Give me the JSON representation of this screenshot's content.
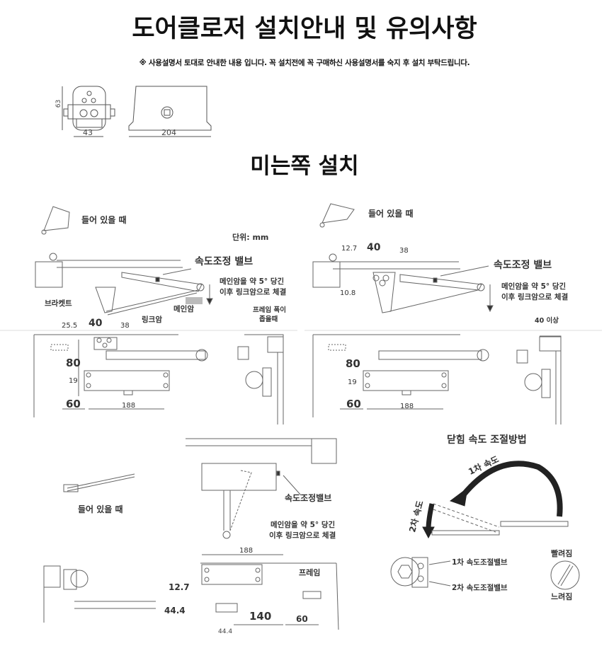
{
  "header": {
    "title": "도어클로저 설치안내 및 유의사항",
    "note": "※ 사용설명서 토대로 안내한 내용 입니다. 꼭 설치전에 꼭 구매하신 사용설명서를 숙지 후 설치 부탁드립니다."
  },
  "overview": {
    "dim_height": "63",
    "dim_width_side": "43",
    "dim_width_body": "204"
  },
  "section_title": "미는쪽 설치",
  "panel1": {
    "recessed": "들어 있을 때",
    "unit": "단위: mm",
    "valve": "속도조정 밸브",
    "instruction_1": "메인암을 약 5° 당긴",
    "instruction_2": "이후 링크암으로 체결",
    "bracket": "브라켓트",
    "main_arm": "메인암",
    "link_arm": "링크암",
    "narrow_1": "프레임 폭이",
    "narrow_2": "좁을때",
    "d_25_5": "25.5",
    "d_40": "40",
    "d_38": "38",
    "d_80": "80",
    "d_19": "19",
    "d_60": "60",
    "d_188": "188"
  },
  "panel2": {
    "recessed": "들어 있을 때",
    "d_12_7": "12.7",
    "d_40": "40",
    "d_38": "38",
    "d_10_8": "10.8",
    "valve": "속도조정 밸브",
    "instruction_1": "메인암을 약 5° 당긴",
    "instruction_2": "이후 링크암으로 체결",
    "min40": "40 이상",
    "d_80": "80",
    "d_19": "19",
    "d_60": "60",
    "d_188": "188"
  },
  "panel3": {
    "recessed": "들어 있을 때",
    "valve": "속도조정밸브",
    "instruction_1": "메인암을 약 5° 당긴",
    "instruction_2": "이후 링크암으로 체결",
    "d_188": "188",
    "frame": "프레임",
    "d_12_7": "12.7",
    "d_44_4a": "44.4",
    "d_140": "140",
    "d_60": "60",
    "d_44_4b": "44.4"
  },
  "panel4": {
    "title": "닫힘 속도 조절방법",
    "speed1": "1차 속도",
    "speed2": "2차 속도",
    "valve1": "1차 속도조절밸브",
    "valve2": "2차 속도조절밸브",
    "faster": "빨려짐",
    "slower": "느려짐"
  }
}
